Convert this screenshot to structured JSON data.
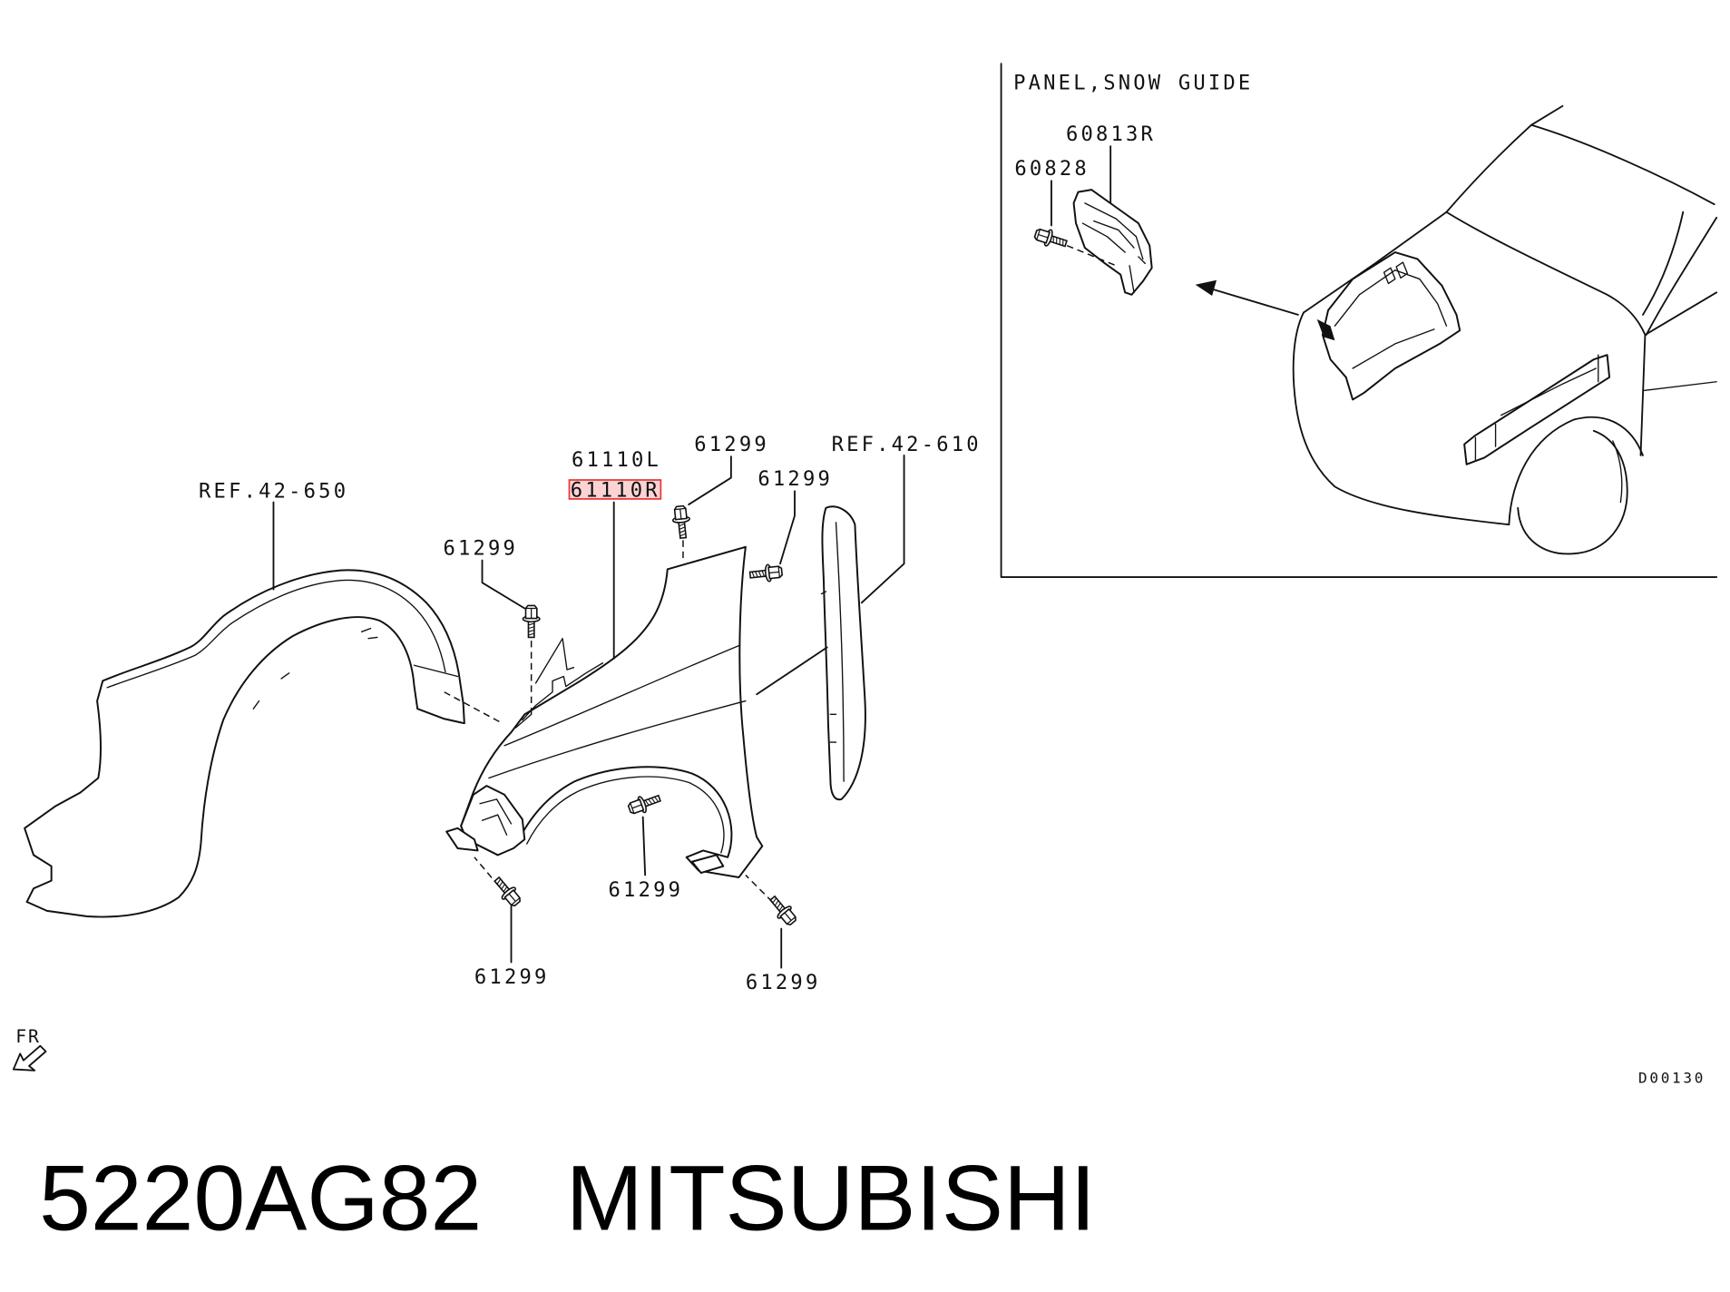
{
  "inset": {
    "title": "PANEL,SNOW GUIDE",
    "snow_guide_part": "60813R",
    "snow_guide_bolt_part": "60828"
  },
  "callouts": {
    "inner_liner_ref": "REF.42-650",
    "seal_ref": "REF.42-610",
    "fender_lh": "61110L",
    "fender_rh": "61110R",
    "bolt_upper_left": "61299",
    "bolt_top": "61299",
    "bolt_right": "61299",
    "bolt_wheel_arch": "61299",
    "bolt_front_lower": "61299",
    "bolt_rear_lower": "61299"
  },
  "direction_label": "FR",
  "drawing_code": "D00130",
  "footer": {
    "part_number": "5220AG82",
    "brand": "MITSUBISHI"
  },
  "colors": {
    "line": "#111111",
    "background": "#ffffff",
    "highlight_stroke": "#e53935",
    "highlight_fill": "#fbd3d3",
    "highlight_text": "#d9534f"
  }
}
